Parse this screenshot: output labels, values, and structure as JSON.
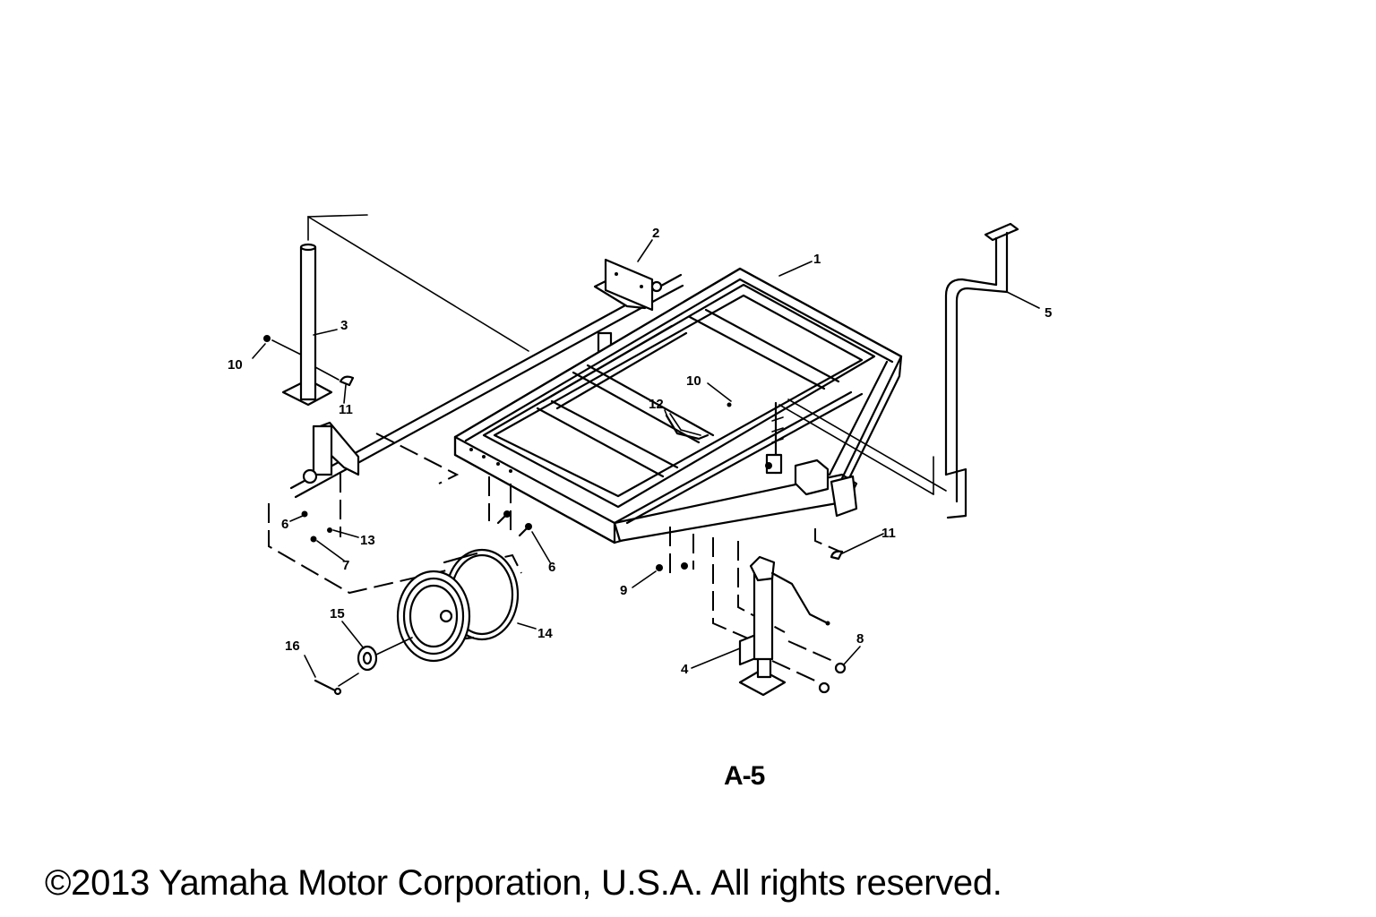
{
  "diagram": {
    "title": "Trailer assembly exploded view",
    "page_label": "A-5",
    "copyright": "©2013 Yamaha Motor Corporation, U.S.A. All rights reserved.",
    "callouts": [
      {
        "id": "c1",
        "label": "1",
        "part": "trailer-frame"
      },
      {
        "id": "c2",
        "label": "2",
        "part": "axle-bracket-right"
      },
      {
        "id": "c3",
        "label": "3",
        "part": "stand-post"
      },
      {
        "id": "c4",
        "label": "4",
        "part": "tongue-jack"
      },
      {
        "id": "c5",
        "label": "5",
        "part": "tongue-bar"
      },
      {
        "id": "c6",
        "label": "6",
        "part": "bolt"
      },
      {
        "id": "c7",
        "label": "7",
        "part": "washer"
      },
      {
        "id": "c8",
        "label": "8",
        "part": "bolt"
      },
      {
        "id": "c9",
        "label": "9",
        "part": "nut"
      },
      {
        "id": "c10a",
        "label": "10",
        "part": "pin"
      },
      {
        "id": "c10b",
        "label": "10",
        "part": "pin"
      },
      {
        "id": "c11a",
        "label": "11",
        "part": "clip"
      },
      {
        "id": "c11b",
        "label": "11",
        "part": "clip"
      },
      {
        "id": "c12",
        "label": "12",
        "part": "hitch-pin"
      },
      {
        "id": "c13",
        "label": "13",
        "part": "nut"
      },
      {
        "id": "c14",
        "label": "14",
        "part": "wheel"
      },
      {
        "id": "c15",
        "label": "15",
        "part": "washer"
      },
      {
        "id": "c16",
        "label": "16",
        "part": "cotter-pin"
      }
    ]
  }
}
